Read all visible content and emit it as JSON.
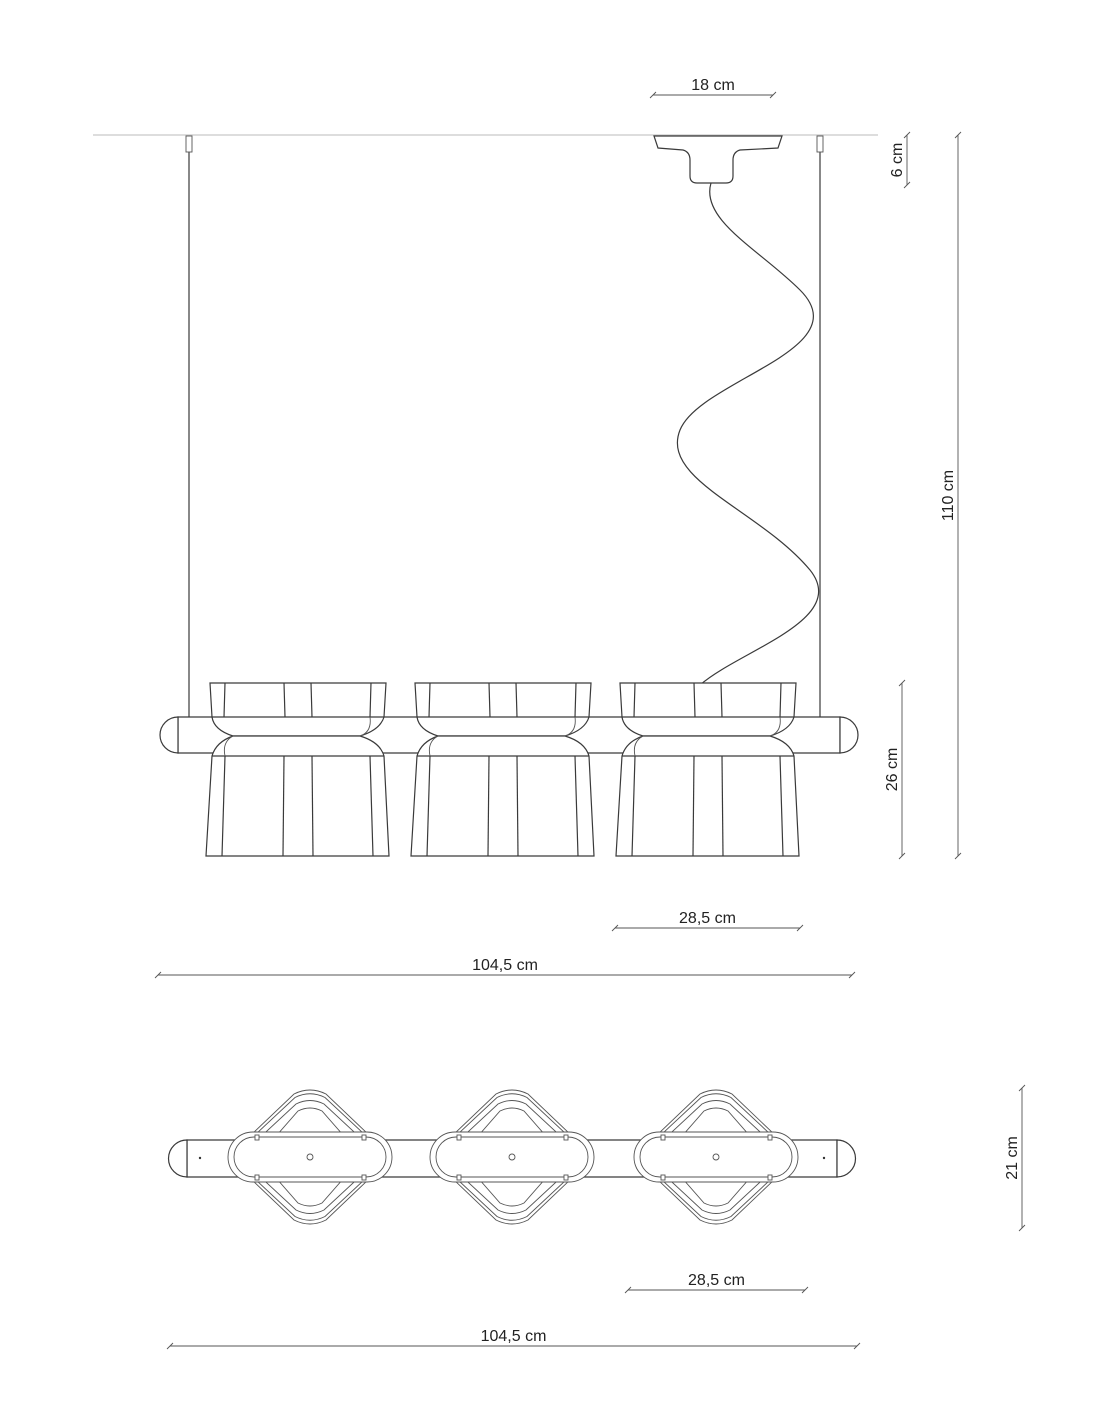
{
  "title": "Pendant lamp technical drawing",
  "front_view": {
    "canopy_width": "18 cm",
    "canopy_height": "6 cm",
    "total_height": "110 cm",
    "shade_height": "26 cm",
    "shade_width": "28,5 cm",
    "total_width": "104,5 cm"
  },
  "top_view": {
    "depth": "21 cm",
    "shade_width": "28,5 cm",
    "total_width": "104,5 cm"
  },
  "colors": {
    "line": "#3a3a3a",
    "text": "#222222"
  }
}
